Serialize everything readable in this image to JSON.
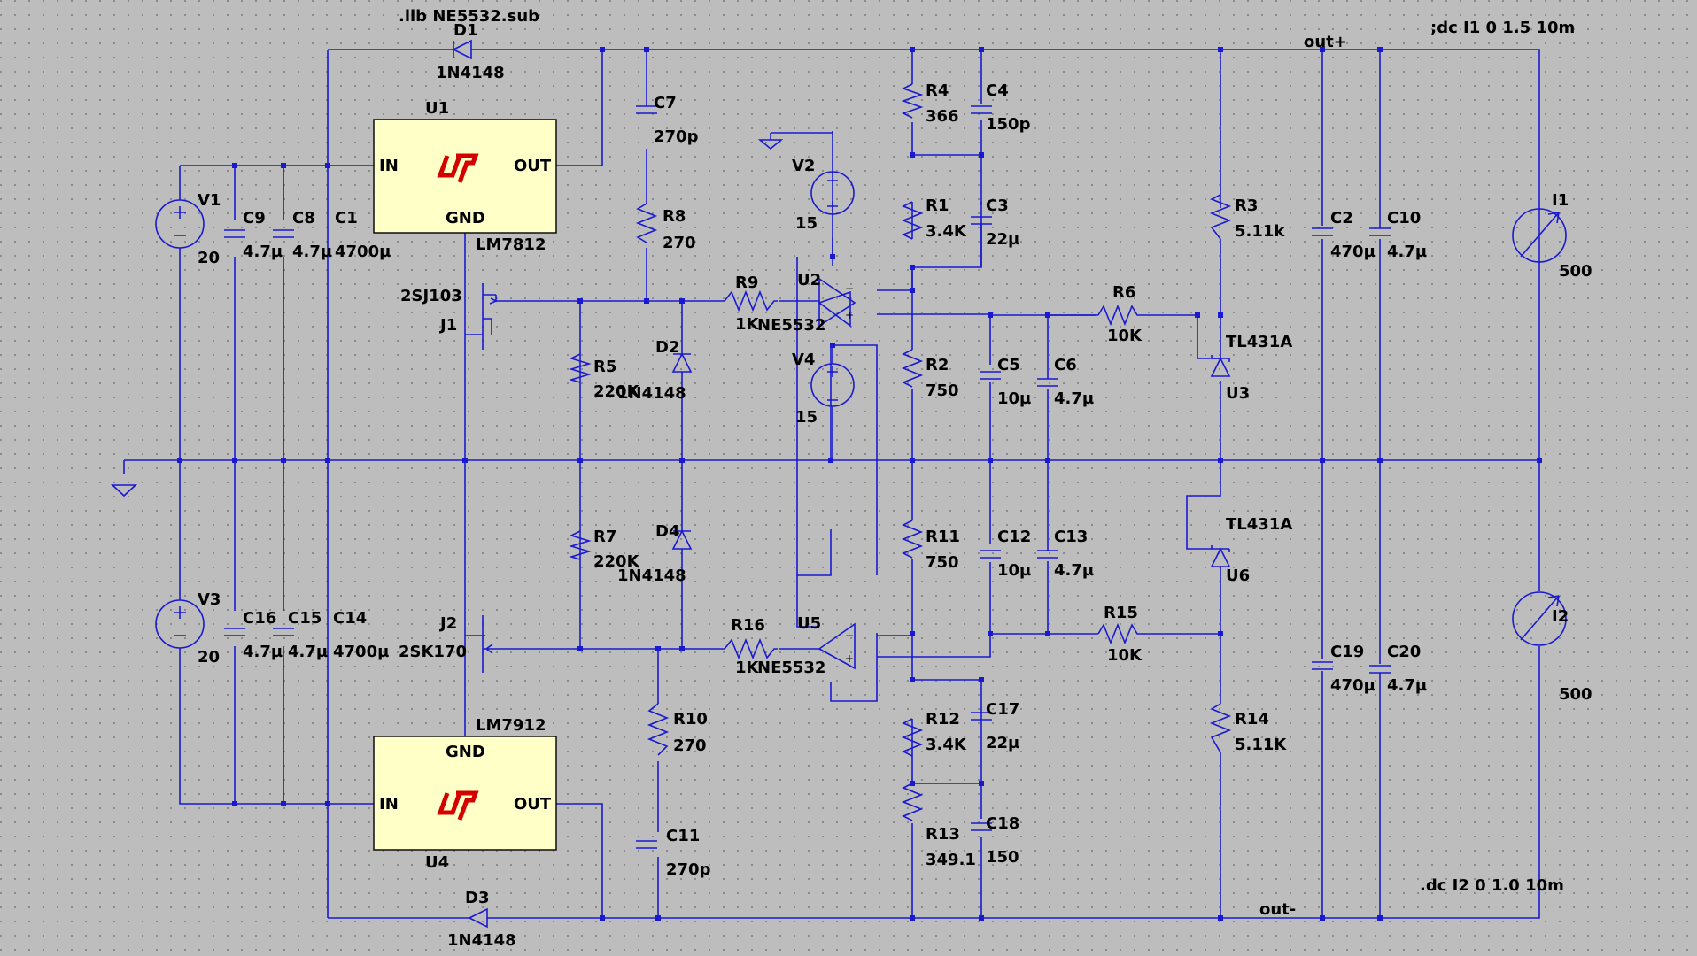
{
  "directives": {
    "lib": ".lib NE5532.sub",
    "dc1": ";dc I1 0 1.5 10m",
    "dc2": ".dc I2 0 1.0 10m"
  },
  "nets": {
    "out_pos": "out+",
    "out_neg": "out-"
  },
  "regulators": [
    {
      "ref": "U1",
      "part": "LM7812",
      "in": "IN",
      "out": "OUT",
      "gnd": "GND"
    },
    {
      "ref": "U4",
      "part": "LM7912",
      "in": "IN",
      "out": "OUT",
      "gnd": "GND"
    }
  ],
  "sources": [
    {
      "ref": "V1",
      "value": "20"
    },
    {
      "ref": "V3",
      "value": "20"
    },
    {
      "ref": "V2",
      "value": "15"
    },
    {
      "ref": "V4",
      "value": "15"
    },
    {
      "ref": "I1",
      "value": "500"
    },
    {
      "ref": "I2",
      "value": "500"
    }
  ],
  "caps": [
    {
      "ref": "C9",
      "value": "4.7µ"
    },
    {
      "ref": "C8",
      "value": "4.7µ"
    },
    {
      "ref": "C1",
      "value": "4700µ"
    },
    {
      "ref": "C16",
      "value": "4.7µ"
    },
    {
      "ref": "C15",
      "value": "4.7µ"
    },
    {
      "ref": "C14",
      "value": "4700µ"
    },
    {
      "ref": "C7",
      "value": "270p"
    },
    {
      "ref": "C11",
      "value": "270p"
    },
    {
      "ref": "C4",
      "value": "150p"
    },
    {
      "ref": "C3",
      "value": "22µ"
    },
    {
      "ref": "C5",
      "value": "10µ"
    },
    {
      "ref": "C6",
      "value": "4.7µ"
    },
    {
      "ref": "C12",
      "value": "10µ"
    },
    {
      "ref": "C13",
      "value": "4.7µ"
    },
    {
      "ref": "C17",
      "value": "22µ"
    },
    {
      "ref": "C18",
      "value": "150"
    },
    {
      "ref": "C2",
      "value": "470µ"
    },
    {
      "ref": "C10",
      "value": "4.7µ"
    },
    {
      "ref": "C19",
      "value": "470µ"
    },
    {
      "ref": "C20",
      "value": "4.7µ"
    }
  ],
  "resistors": [
    {
      "ref": "R8",
      "value": "270"
    },
    {
      "ref": "R5",
      "value": "220K"
    },
    {
      "ref": "R7",
      "value": "220K"
    },
    {
      "ref": "R10",
      "value": "270"
    },
    {
      "ref": "R9",
      "value": "1K"
    },
    {
      "ref": "R16",
      "value": "1K"
    },
    {
      "ref": "R4",
      "value": "366"
    },
    {
      "ref": "R1",
      "value": "3.4K"
    },
    {
      "ref": "R2",
      "value": "750"
    },
    {
      "ref": "R11",
      "value": "750"
    },
    {
      "ref": "R12",
      "value": "3.4K"
    },
    {
      "ref": "R13",
      "value": "349.1"
    },
    {
      "ref": "R6",
      "value": "10K"
    },
    {
      "ref": "R15",
      "value": "10K"
    },
    {
      "ref": "R3",
      "value": "5.11k"
    },
    {
      "ref": "R14",
      "value": "5.11K"
    }
  ],
  "diodes": [
    {
      "ref": "D1",
      "value": "1N4148"
    },
    {
      "ref": "D3",
      "value": "1N4148"
    },
    {
      "ref": "D2",
      "value": "1N4148"
    },
    {
      "ref": "D4",
      "value": "1N4148"
    }
  ],
  "fets": [
    {
      "ref": "J1",
      "value": "2SJ103"
    },
    {
      "ref": "J2",
      "value": "2SK170"
    }
  ],
  "opamps": [
    {
      "ref": "U2",
      "value": "NE5532"
    },
    {
      "ref": "U5",
      "value": "NE5532"
    }
  ],
  "refs": [
    {
      "ref": "U3",
      "value": "TL431A"
    },
    {
      "ref": "U6",
      "value": "TL431A"
    }
  ]
}
